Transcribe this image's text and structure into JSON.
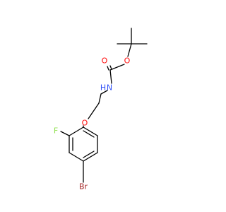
{
  "molecule": {
    "atoms": {
      "carbonyl_oxygen": {
        "label": "O",
        "color": "#ff0d0d"
      },
      "ester_oxygen": {
        "label": "O",
        "color": "#ff0d0d"
      },
      "amine_nitrogen": {
        "label": "N",
        "color": "#3050f8"
      },
      "amine_hydrogen": {
        "label": "H",
        "color": "#3050f8"
      },
      "ether_oxygen": {
        "label": "O",
        "color": "#ff0d0d"
      },
      "fluorine": {
        "label": "F",
        "color": "#90e050"
      },
      "bromine": {
        "label": "Br",
        "color": "#a62929"
      }
    },
    "bond_color": "#000000"
  }
}
